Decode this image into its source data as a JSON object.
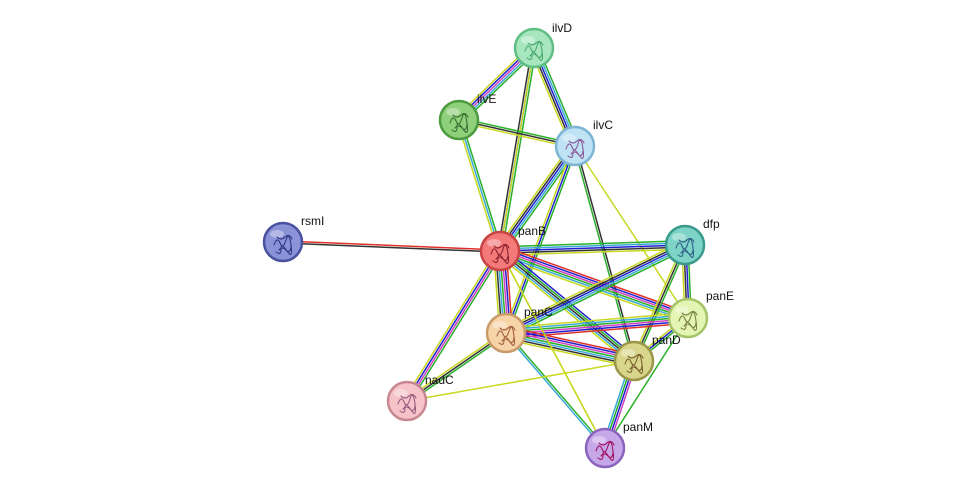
{
  "nodes": [
    {
      "id": "ilvD",
      "label": "ilvD",
      "fill": "#a8e6bf",
      "stroke": "#5fbf83",
      "glyph": "#4aa86b"
    },
    {
      "id": "ilvE",
      "label": "ilvE",
      "fill": "#8fd07a",
      "stroke": "#4e9c40",
      "glyph": "#3a6f34"
    },
    {
      "id": "ilvC",
      "label": "ilvC",
      "fill": "#bfe3f5",
      "stroke": "#7fb5d4",
      "glyph": "#8a5a9a"
    },
    {
      "id": "rsmI",
      "label": "rsmI",
      "fill": "#8a92d8",
      "stroke": "#4a52a0",
      "glyph": "#2f3680"
    },
    {
      "id": "panB",
      "label": "panB",
      "fill": "#f47a7a",
      "stroke": "#c84444",
      "glyph": "#8a2030"
    },
    {
      "id": "dfp",
      "label": "dfp",
      "fill": "#7dd3c5",
      "stroke": "#3a9a8c",
      "glyph": "#2f5f8a"
    },
    {
      "id": "panE",
      "label": "panE",
      "fill": "#e3f5b3",
      "stroke": "#a5c46a",
      "glyph": "#7a8040"
    },
    {
      "id": "panC",
      "label": "panC",
      "fill": "#f7d3a8",
      "stroke": "#c99a6a",
      "glyph": "#a06040"
    },
    {
      "id": "panD",
      "label": "panD",
      "fill": "#d8d68a",
      "stroke": "#9a964a",
      "glyph": "#7a6030"
    },
    {
      "id": "nadC",
      "label": "nadC",
      "fill": "#f5c3c8",
      "stroke": "#c98890",
      "glyph": "#9a5a80"
    },
    {
      "id": "panM",
      "label": "panM",
      "fill": "#c6a8e8",
      "stroke": "#8a64bd",
      "glyph": "#a01060"
    }
  ],
  "edges": [
    {
      "from": "rsmI",
      "to": "panB",
      "colors": [
        "#e0302a",
        "#333333"
      ]
    },
    {
      "from": "ilvD",
      "to": "ilvE",
      "colors": [
        "#2ab02a",
        "#3aa8d8",
        "#d040c0",
        "#2020d0",
        "#c8d820"
      ]
    },
    {
      "from": "ilvD",
      "to": "ilvC",
      "colors": [
        "#2ab02a",
        "#3aa8d8",
        "#2020d0",
        "#333333",
        "#c8d820"
      ]
    },
    {
      "from": "ilvD",
      "to": "panB",
      "colors": [
        "#2ab02a",
        "#2020d0",
        "#333333"
      ]
    },
    {
      "from": "ilvD",
      "to": "panB",
      "colors": [
        "#c8d820"
      ]
    },
    {
      "from": "ilvE",
      "to": "ilvC",
      "colors": [
        "#2ab02a",
        "#333333",
        "#c8d820"
      ]
    },
    {
      "from": "ilvE",
      "to": "panB",
      "colors": [
        "#2ab02a",
        "#3aa8d8",
        "#c8d820"
      ]
    },
    {
      "from": "ilvC",
      "to": "panB",
      "colors": [
        "#2ab02a",
        "#3aa8d8",
        "#2020d0",
        "#333333",
        "#c8d820"
      ]
    },
    {
      "from": "ilvC",
      "to": "panC",
      "colors": [
        "#2ab02a",
        "#2020d0",
        "#c8d820"
      ]
    },
    {
      "from": "ilvC",
      "to": "panD",
      "colors": [
        "#333333",
        "#2ab02a"
      ]
    },
    {
      "from": "ilvC",
      "to": "panE",
      "colors": [
        "#c8d820"
      ]
    },
    {
      "from": "panB",
      "to": "dfp",
      "colors": [
        "#2ab02a",
        "#3aa8d8",
        "#2020d0",
        "#333333",
        "#c8d820"
      ]
    },
    {
      "from": "panB",
      "to": "panE",
      "colors": [
        "#e0302a",
        "#2020d0",
        "#d040c0",
        "#2ab02a",
        "#3aa8d8",
        "#c8d820"
      ]
    },
    {
      "from": "panB",
      "to": "panC",
      "colors": [
        "#e0302a",
        "#2020d0",
        "#d040c0",
        "#2ab02a",
        "#3aa8d8",
        "#333333",
        "#c8d820"
      ]
    },
    {
      "from": "panB",
      "to": "panD",
      "colors": [
        "#2020d0",
        "#2ab02a",
        "#333333",
        "#3aa8d8",
        "#c8d820"
      ]
    },
    {
      "from": "panB",
      "to": "nadC",
      "colors": [
        "#2ab02a",
        "#d040c0",
        "#2020d0",
        "#c8d820"
      ]
    },
    {
      "from": "panB",
      "to": "panM",
      "colors": [
        "#c8d820"
      ]
    },
    {
      "from": "dfp",
      "to": "panC",
      "colors": [
        "#2ab02a",
        "#3aa8d8",
        "#2020d0",
        "#333333",
        "#c8d820"
      ]
    },
    {
      "from": "dfp",
      "to": "panE",
      "colors": [
        "#2ab02a",
        "#2020d0",
        "#333333",
        "#c8d820"
      ]
    },
    {
      "from": "dfp",
      "to": "panD",
      "colors": [
        "#2ab02a",
        "#333333",
        "#c8d820"
      ]
    },
    {
      "from": "panE",
      "to": "panC",
      "colors": [
        "#e0302a",
        "#2020d0",
        "#d040c0",
        "#2ab02a",
        "#3aa8d8",
        "#c8d820"
      ]
    },
    {
      "from": "panE",
      "to": "panD",
      "colors": [
        "#2ab02a",
        "#2020d0",
        "#c8d820"
      ]
    },
    {
      "from": "panE",
      "to": "panM",
      "colors": [
        "#2ab02a"
      ]
    },
    {
      "from": "panC",
      "to": "panD",
      "colors": [
        "#e0302a",
        "#2020d0",
        "#d040c0",
        "#2ab02a",
        "#3aa8d8",
        "#333333",
        "#c8d820"
      ]
    },
    {
      "from": "panC",
      "to": "nadC",
      "colors": [
        "#2ab02a",
        "#333333",
        "#c8d820"
      ]
    },
    {
      "from": "panC",
      "to": "panM",
      "colors": [
        "#2ab02a",
        "#3aa8d8"
      ]
    },
    {
      "from": "panD",
      "to": "panM",
      "colors": [
        "#d040c0",
        "#2020d0",
        "#2ab02a",
        "#3aa8d8"
      ]
    },
    {
      "from": "nadC",
      "to": "panD",
      "colors": [
        "#c8d820"
      ]
    },
    {
      "from": "panB",
      "to": "panM",
      "colors": [
        "#c8d820"
      ]
    }
  ]
}
